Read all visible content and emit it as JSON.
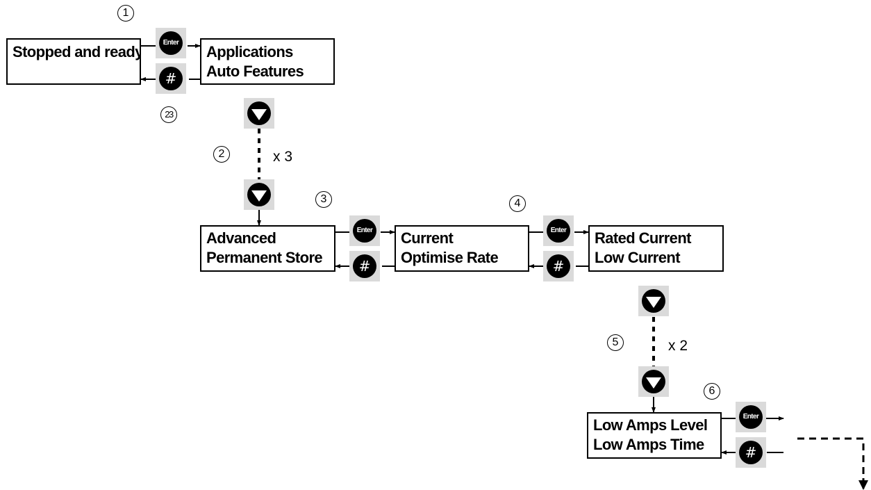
{
  "menus": {
    "stopped": {
      "line1": "Stopped and ready"
    },
    "applications": {
      "line1": "Applications",
      "line2": "Auto Features"
    },
    "advanced": {
      "line1": "Advanced",
      "line2": "Permanent Store"
    },
    "current": {
      "line1": "Current",
      "line2": "Optimise Rate"
    },
    "rated": {
      "line1": "Rated Current",
      "line2": "Low Current"
    },
    "lowamps": {
      "line1": "Low Amps Level",
      "line2": "Low Amps Time"
    }
  },
  "buttons": {
    "enter": "Enter",
    "hash": "#"
  },
  "steps": [
    "1",
    "23",
    "2",
    "3",
    "4",
    "5",
    "6"
  ],
  "repeats": {
    "first": "x 3",
    "second": "x 2"
  }
}
